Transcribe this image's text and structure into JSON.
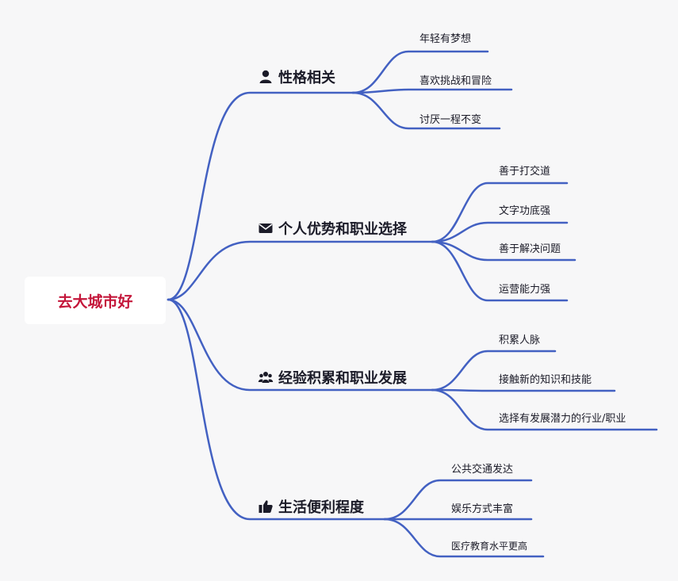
{
  "root": {
    "label": "去大城市好"
  },
  "topics": [
    {
      "label": "性格相关",
      "icon": "user-icon",
      "children": [
        "年轻有梦想",
        "喜欢挑战和冒险",
        "讨厌一程不变"
      ]
    },
    {
      "label": "个人优势和职业选择",
      "icon": "envelope-icon",
      "children": [
        "善于打交道",
        "文字功底强",
        "善于解决问题",
        "运营能力强"
      ]
    },
    {
      "label": "经验积累和职业发展",
      "icon": "users-icon",
      "children": [
        "积累人脉",
        "接触新的知识和技能",
        "选择有发展潜力的行业/职业"
      ]
    },
    {
      "label": "生活便利程度",
      "icon": "thumbs-up-icon",
      "children": [
        "公共交通发达",
        "娱乐方式丰富",
        "医疗教育水平更高"
      ]
    }
  ],
  "colors": {
    "line": "#4361c2",
    "root_text": "#c4163a",
    "text": "#1b1b28",
    "background": "#f7f7f8"
  }
}
